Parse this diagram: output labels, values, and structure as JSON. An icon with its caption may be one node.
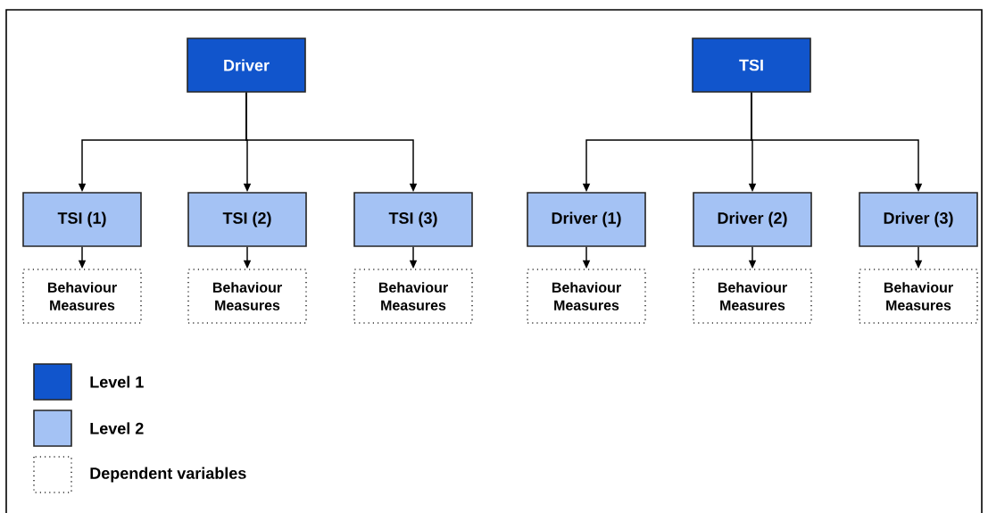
{
  "diagram": {
    "nodes": [
      {
        "text": [
          "Driver"
        ]
      },
      {
        "text": [
          "TSI"
        ]
      },
      {
        "text": [
          "TSI (1)"
        ]
      },
      {
        "text": [
          "TSI (2)"
        ]
      },
      {
        "text": [
          "TSI (3)"
        ]
      },
      {
        "text": [
          "Driver (1)"
        ]
      },
      {
        "text": [
          "Driver (2)"
        ]
      },
      {
        "text": [
          "Driver (3)"
        ]
      },
      {
        "text": [
          "Behaviour Measures"
        ]
      },
      {
        "text": [
          "Behaviour Measures"
        ]
      },
      {
        "text": [
          "Behaviour Measures"
        ]
      },
      {
        "text": [
          "Behaviour Measures"
        ]
      },
      {
        "text": [
          "Behaviour Measures"
        ]
      },
      {
        "text": [
          "Behaviour Measures"
        ]
      }
    ],
    "edges": [
      {
        "from": 0,
        "to": 2,
        "arrow": "to"
      },
      {
        "from": 0,
        "to": 3,
        "arrow": "to"
      },
      {
        "from": 0,
        "to": 4,
        "arrow": "to"
      },
      {
        "from": 1,
        "to": 5,
        "arrow": "to"
      },
      {
        "from": 1,
        "to": 6,
        "arrow": "to"
      },
      {
        "from": 1,
        "to": 7,
        "arrow": "to"
      },
      {
        "from": 2,
        "to": 8,
        "arrow": "to"
      },
      {
        "from": 3,
        "to": 9,
        "arrow": "to"
      },
      {
        "from": 4,
        "to": 10,
        "arrow": "to"
      },
      {
        "from": 5,
        "to": 11,
        "arrow": "to"
      },
      {
        "from": 6,
        "to": 12,
        "arrow": "to"
      },
      {
        "from": 7,
        "to": 13,
        "arrow": "to"
      }
    ],
    "legend": [
      {
        "text": "Level 1",
        "color": "#1155cc"
      },
      {
        "text": "Level 2",
        "color": "#a4c2f4"
      },
      {
        "text": "Dependent variables"
      }
    ]
  }
}
